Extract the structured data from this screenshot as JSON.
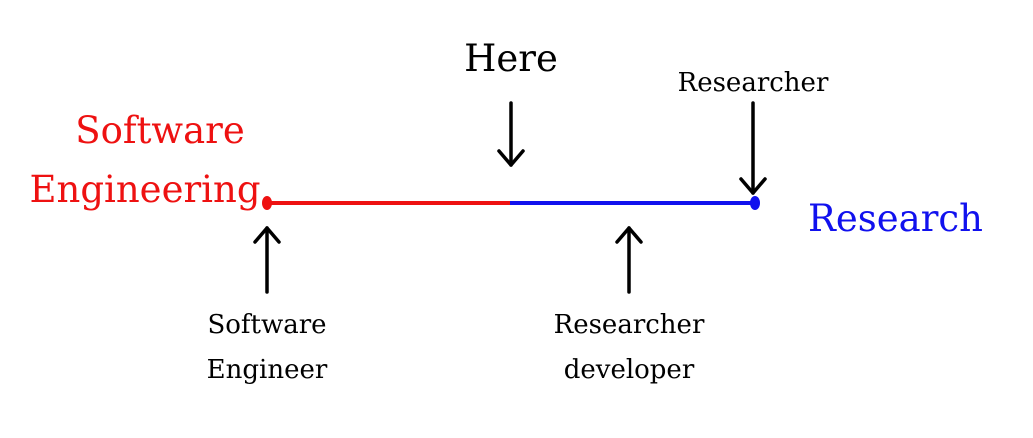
{
  "left_end": {
    "line1": "Software",
    "line2": "Engineering",
    "color": "#ee1111"
  },
  "right_end": {
    "label": "Research",
    "color": "#1111ee"
  },
  "markers": {
    "here": "Here",
    "researcher": "Researcher",
    "software_engineer": {
      "line1": "Software",
      "line2": "Engineer"
    },
    "researcher_developer": {
      "line1": "Researcher",
      "line2": "developer"
    }
  },
  "colors": {
    "red": "#ee1111",
    "blue": "#1111ee",
    "ink": "#000000"
  }
}
